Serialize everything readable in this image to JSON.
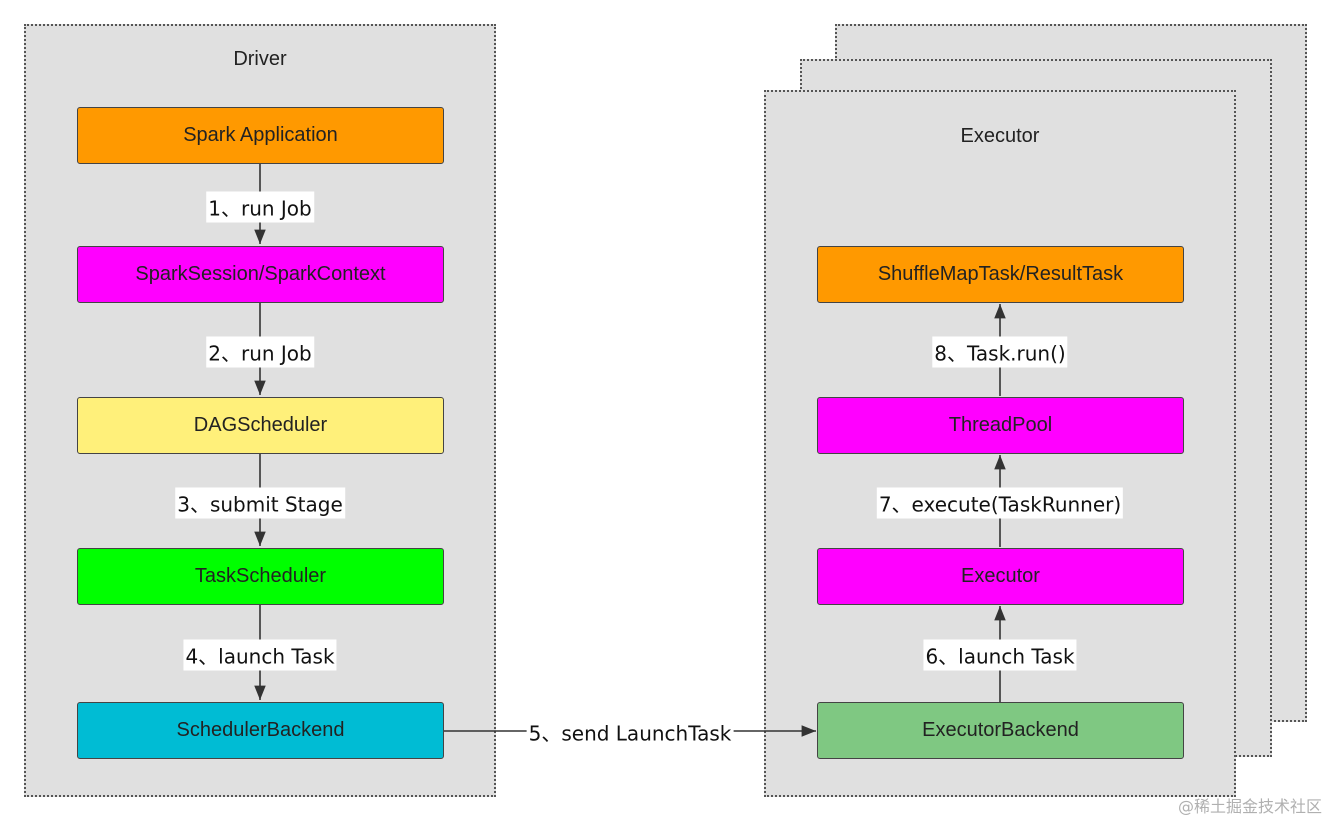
{
  "driver": {
    "title": "Driver",
    "nodes": {
      "spark_application": {
        "label": "Spark Application",
        "color": "#FF9900"
      },
      "spark_session": {
        "label": "SparkSession/SparkContext",
        "color": "#FF00FF"
      },
      "dag_scheduler": {
        "label": "DAGScheduler",
        "color": "#FFF07A"
      },
      "task_scheduler": {
        "label": "TaskScheduler",
        "color": "#00FF00"
      },
      "scheduler_backend": {
        "label": "SchedulerBackend",
        "color": "#00BCD4"
      }
    }
  },
  "executor": {
    "title": "Executor",
    "nodes": {
      "shuffle_map_task": {
        "label": "ShuffleMapTask/ResultTask",
        "color": "#FF9900"
      },
      "thread_pool": {
        "label": "ThreadPool",
        "color": "#FF00FF"
      },
      "executor": {
        "label": "Executor",
        "color": "#FF00FF"
      },
      "executor_backend": {
        "label": "ExecutorBackend",
        "color": "#7FC882"
      }
    }
  },
  "edges": {
    "e1": "1、run Job",
    "e2": "2、run Job",
    "e3": "3、submit Stage",
    "e4": "4、launch Task",
    "e5": "5、send LaunchTask",
    "e6": "6、launch Task",
    "e7": "7、execute(TaskRunner)",
    "e8": "8、Task.run()"
  },
  "watermark": "@稀土掘金技术社区"
}
